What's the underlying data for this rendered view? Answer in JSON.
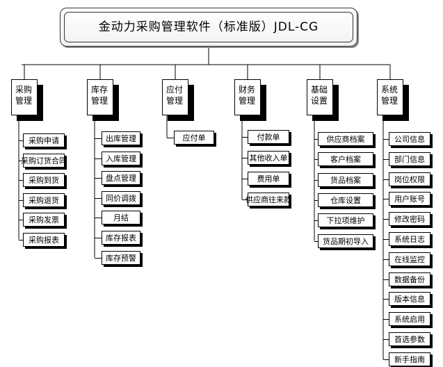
{
  "title": "金动力采购管理软件（标准版）JDL-CG",
  "categories": [
    {
      "key": "caigou",
      "label": "采购管理",
      "items": [
        "采购申请",
        "采购订货合同",
        "采购到货",
        "采购退货",
        "采购发票",
        "采购报表"
      ]
    },
    {
      "key": "kucun",
      "label": "库存管理",
      "items": [
        "出库管理",
        "入库管理",
        "盘点管理",
        "同价调拨",
        "月结",
        "库存报表",
        "库存预警"
      ]
    },
    {
      "key": "yingfu",
      "label": "应付管理",
      "items": [
        "应付单"
      ]
    },
    {
      "key": "caiwu",
      "label": "财务管理",
      "items": [
        "付款单",
        "其他收入单",
        "费用单",
        "供应商往来款"
      ]
    },
    {
      "key": "jichu",
      "label": "基础设置",
      "items": [
        "供应商档案",
        "客户档案",
        "货品档案",
        "仓库设置",
        "下拉项维护",
        "货品期初导入"
      ]
    },
    {
      "key": "xitong",
      "label": "系统管理",
      "items": [
        "公司信息",
        "部门信息",
        "岗位权限",
        "用户账号",
        "修改密码",
        "系统日志",
        "在线监控",
        "数据备份",
        "版本信息",
        "系统启用",
        "首选参数",
        "新手指南"
      ]
    }
  ]
}
